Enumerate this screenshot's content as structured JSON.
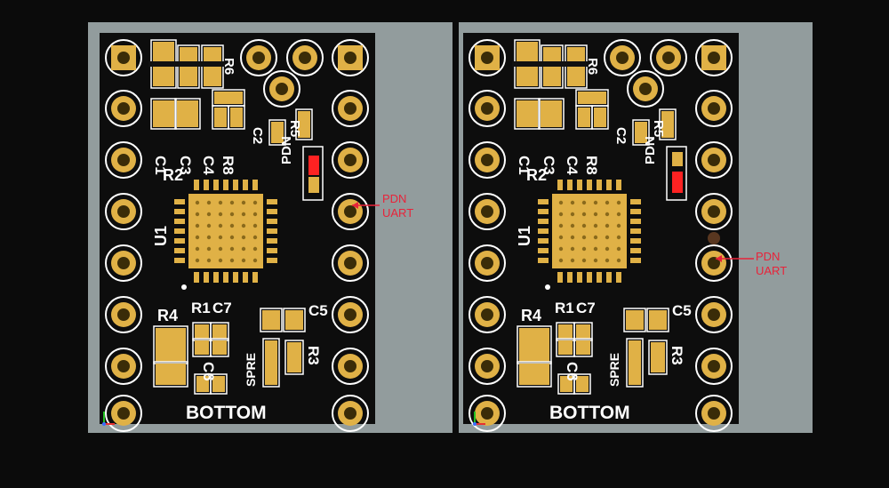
{
  "colors": {
    "background": "#0b0b0b",
    "panel": "#929c9d",
    "board": "#0d0d0d",
    "pad": "#e0b146",
    "ring": "#ffffff",
    "silk": "#ffffff",
    "highlight": "#ff2222",
    "callout": "#e8233a"
  },
  "board": {
    "labels": {
      "C1": "C1",
      "C3": "C3",
      "C4": "C4",
      "R8": "R8",
      "R2": "R2",
      "R6": "R6",
      "R5": "R5",
      "PDN": "PDN",
      "C2": "C2",
      "U1": "U1",
      "R4": "R4",
      "R1": "R1",
      "C7": "C7",
      "C5": "C5",
      "C6": "C6",
      "SPRE": "SPRE",
      "R3": "R3",
      "bottom": "BOTTOM"
    }
  },
  "left_panel": {
    "callout_line1": "PDN",
    "callout_line2": "UART"
  },
  "right_panel": {
    "callout_line1": "PDN",
    "callout_line2": "UART"
  }
}
